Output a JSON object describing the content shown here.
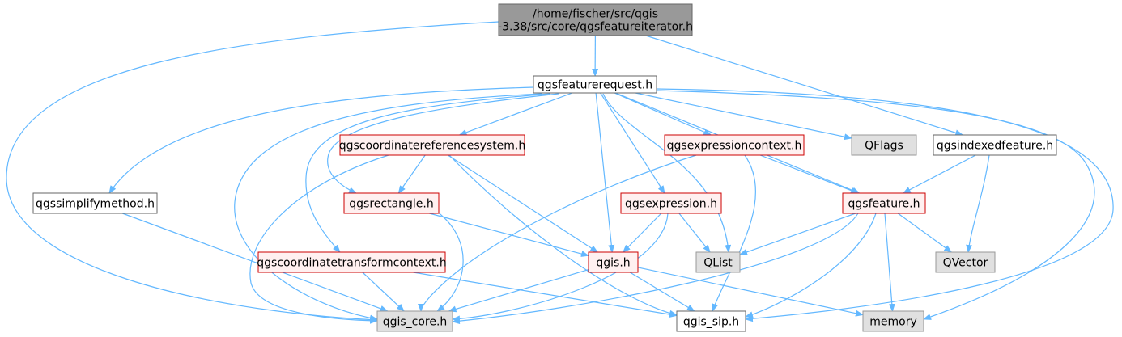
{
  "diagram": {
    "title": "",
    "colors": {
      "edge": "#63b8ff",
      "root_fill": "#999999",
      "root_border": "#666666",
      "plain_fill": "#ffffff",
      "plain_border": "#666666",
      "red_fill": "#fff0f0",
      "red_border": "#cc0000",
      "grey_fill": "#e0e0e0",
      "grey_border": "#999999"
    },
    "nodes": [
      {
        "id": "root",
        "lines": [
          "/home/fischer/src/qgis",
          "-3.38/src/core/qgsfeatureiterator.h"
        ],
        "style": "root"
      },
      {
        "id": "qgsfeaturerequest",
        "lines": [
          "qgsfeaturerequest.h"
        ],
        "style": "plain"
      },
      {
        "id": "qgscoordinatereferencesystem",
        "lines": [
          "qgscoordinatereferencesystem.h"
        ],
        "style": "red"
      },
      {
        "id": "qgsexpressioncontext",
        "lines": [
          "qgsexpressioncontext.h"
        ],
        "style": "red"
      },
      {
        "id": "QFlags",
        "lines": [
          "QFlags"
        ],
        "style": "grey"
      },
      {
        "id": "qgsindexedfeature",
        "lines": [
          "qgsindexedfeature.h"
        ],
        "style": "plain"
      },
      {
        "id": "qgssimplifymethod",
        "lines": [
          "qgssimplifymethod.h"
        ],
        "style": "plain"
      },
      {
        "id": "qgsrectangle",
        "lines": [
          "qgsrectangle.h"
        ],
        "style": "red"
      },
      {
        "id": "qgsexpression",
        "lines": [
          "qgsexpression.h"
        ],
        "style": "red"
      },
      {
        "id": "qgsfeature",
        "lines": [
          "qgsfeature.h"
        ],
        "style": "red"
      },
      {
        "id": "qgscoordinatetransformcontext",
        "lines": [
          "qgscoordinatetransformcontext.h"
        ],
        "style": "red"
      },
      {
        "id": "qgis",
        "lines": [
          "qgis.h"
        ],
        "style": "red"
      },
      {
        "id": "QList",
        "lines": [
          "QList"
        ],
        "style": "grey"
      },
      {
        "id": "QVector",
        "lines": [
          "QVector"
        ],
        "style": "grey"
      },
      {
        "id": "qgis_core",
        "lines": [
          "qgis_core.h"
        ],
        "style": "grey"
      },
      {
        "id": "qgis_sip",
        "lines": [
          "qgis_sip.h"
        ],
        "style": "plain"
      },
      {
        "id": "memory",
        "lines": [
          "memory"
        ],
        "style": "grey"
      }
    ],
    "edges": [
      [
        "root",
        "qgsfeaturerequest"
      ],
      [
        "root",
        "qgsindexedfeature"
      ],
      [
        "root",
        "qgis_core"
      ],
      [
        "qgsfeaturerequest",
        "qgscoordinatereferencesystem"
      ],
      [
        "qgsfeaturerequest",
        "qgsexpressioncontext"
      ],
      [
        "qgsfeaturerequest",
        "QFlags"
      ],
      [
        "qgsfeaturerequest",
        "qgssimplifymethod"
      ],
      [
        "qgsfeaturerequest",
        "qgsrectangle"
      ],
      [
        "qgsfeaturerequest",
        "qgsexpression"
      ],
      [
        "qgsfeaturerequest",
        "qgsfeature"
      ],
      [
        "qgsfeaturerequest",
        "qgscoordinatetransformcontext"
      ],
      [
        "qgsfeaturerequest",
        "qgis"
      ],
      [
        "qgsfeaturerequest",
        "QList"
      ],
      [
        "qgsfeaturerequest",
        "qgis_core"
      ],
      [
        "qgsfeaturerequest",
        "qgis_sip"
      ],
      [
        "qgsfeaturerequest",
        "memory"
      ],
      [
        "qgscoordinatereferencesystem",
        "qgsrectangle"
      ],
      [
        "qgscoordinatereferencesystem",
        "qgis"
      ],
      [
        "qgscoordinatereferencesystem",
        "qgis_core"
      ],
      [
        "qgscoordinatereferencesystem",
        "qgis_sip"
      ],
      [
        "qgsexpressioncontext",
        "qgsfeature"
      ],
      [
        "qgsexpressioncontext",
        "qgis_core"
      ],
      [
        "qgsexpressioncontext",
        "qgis_sip"
      ],
      [
        "qgsindexedfeature",
        "qgsfeature"
      ],
      [
        "qgsindexedfeature",
        "QVector"
      ],
      [
        "qgssimplifymethod",
        "qgis_core"
      ],
      [
        "qgsrectangle",
        "qgis"
      ],
      [
        "qgsrectangle",
        "qgis_core"
      ],
      [
        "qgsexpression",
        "qgis"
      ],
      [
        "qgsexpression",
        "QList"
      ],
      [
        "qgsexpression",
        "qgis_core"
      ],
      [
        "qgsfeature",
        "QList"
      ],
      [
        "qgsfeature",
        "QVector"
      ],
      [
        "qgsfeature",
        "memory"
      ],
      [
        "qgsfeature",
        "qgis_core"
      ],
      [
        "qgsfeature",
        "qgis_sip"
      ],
      [
        "qgscoordinatetransformcontext",
        "qgis_core"
      ],
      [
        "qgscoordinatetransformcontext",
        "qgis_sip"
      ],
      [
        "qgis",
        "qgis_core"
      ],
      [
        "qgis",
        "qgis_sip"
      ],
      [
        "qgis",
        "memory"
      ]
    ]
  }
}
